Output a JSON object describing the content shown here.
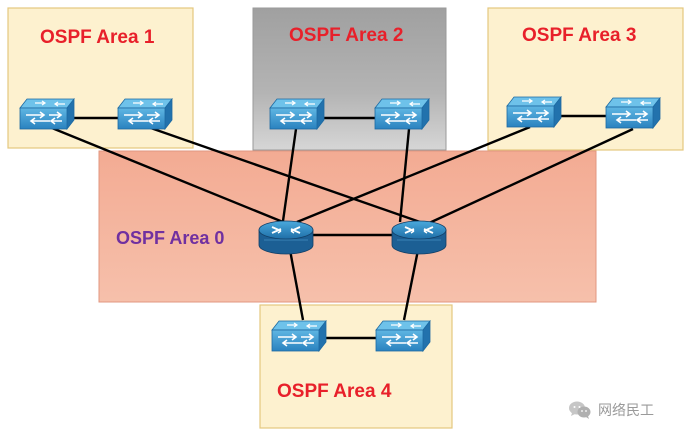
{
  "areas": {
    "area1": "OSPF Area 1",
    "area2": "OSPF Area 2",
    "area3": "OSPF Area 3",
    "area0": "OSPF Area 0",
    "area4": "OSPF Area 4"
  },
  "colors": {
    "label_red": "#e8202a",
    "label_purple": "#7030a0",
    "area_beige": "#fdf1cf",
    "area_gray": "#a9a9a9",
    "area_salmon": "#f2b199",
    "device_blue": "#3d9ad1"
  },
  "watermark": {
    "text": "网络民工",
    "icon": "wechat-icon"
  }
}
